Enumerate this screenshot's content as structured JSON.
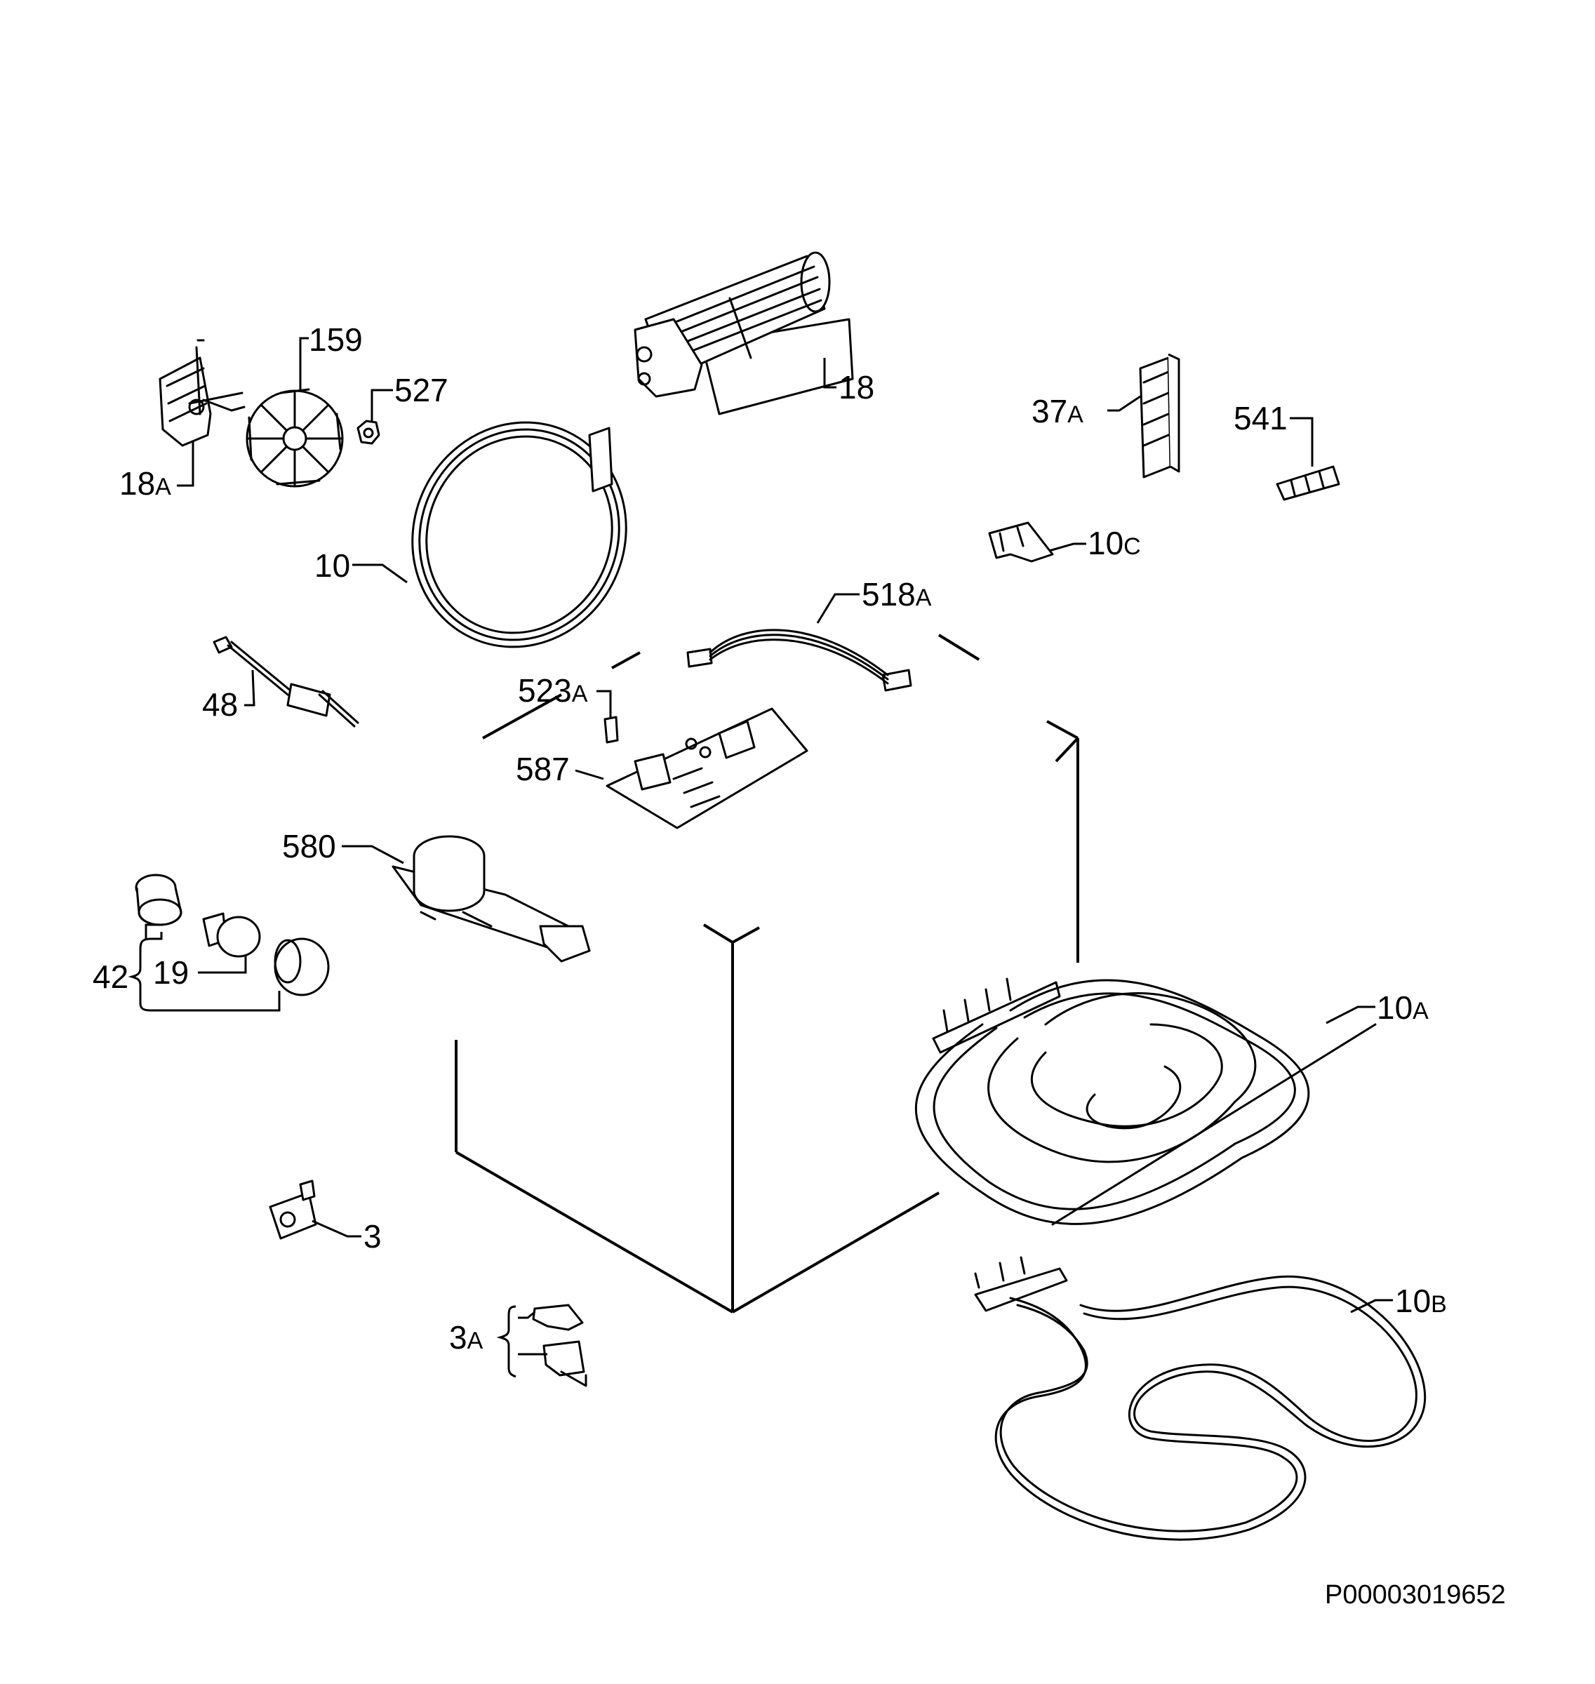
{
  "diagram": {
    "document_number": "P00003019652",
    "labels": {
      "p18a": {
        "num": "18",
        "sfx": "A"
      },
      "p159": {
        "num": "159",
        "sfx": ""
      },
      "p527": {
        "num": "527",
        "sfx": ""
      },
      "p18": {
        "num": "18",
        "sfx": ""
      },
      "p37a": {
        "num": "37",
        "sfx": "A"
      },
      "p541": {
        "num": "541",
        "sfx": ""
      },
      "p10": {
        "num": "10",
        "sfx": ""
      },
      "p10c": {
        "num": "10",
        "sfx": "C"
      },
      "p518a": {
        "num": "518",
        "sfx": "A"
      },
      "p523a": {
        "num": "523",
        "sfx": "A"
      },
      "p48": {
        "num": "48",
        "sfx": ""
      },
      "p587": {
        "num": "587",
        "sfx": ""
      },
      "p580": {
        "num": "580",
        "sfx": ""
      },
      "p42": {
        "num": "42",
        "sfx": ""
      },
      "p19": {
        "num": "19",
        "sfx": ""
      },
      "p10a": {
        "num": "10",
        "sfx": "A"
      },
      "p3": {
        "num": "3",
        "sfx": ""
      },
      "p10b": {
        "num": "10",
        "sfx": "B"
      },
      "p3a": {
        "num": "3",
        "sfx": "A"
      }
    }
  }
}
